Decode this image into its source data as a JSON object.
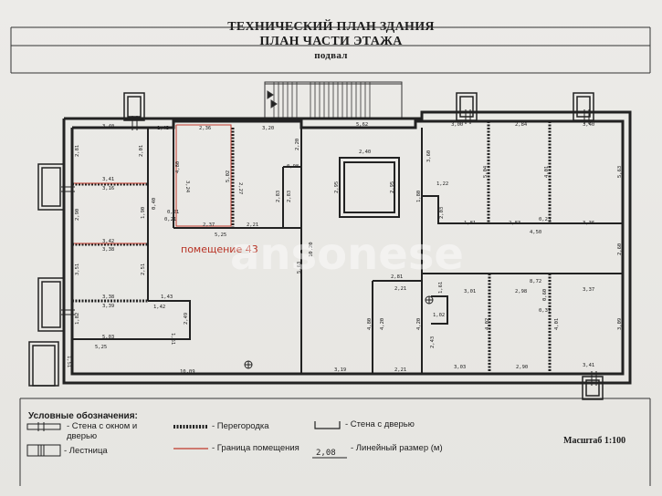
{
  "header": {
    "title": "ТЕХНИЧЕСКИЙ ПЛАН ЗДАНИЯ",
    "subtitle": "ПЛАН ЧАСТИ ЭТАЖА",
    "floor": "подвал"
  },
  "room_label": "помещение 43",
  "watermark": "ansonese",
  "dimensions": {
    "d1": "3,40",
    "d2": "1,43",
    "d3": "2,36",
    "d4": "3,20",
    "d5": "5,62",
    "d6": "3,00",
    "d7": "2,84",
    "d8": "3,40",
    "d9": "2,81",
    "d10": "2,01",
    "d11": "3,41",
    "d12": "3,16",
    "d13": "2,90",
    "d14": "1,90",
    "d15": "3,42",
    "d16": "3,38",
    "d17": "3,51",
    "d18": "2,51",
    "d19": "3,38",
    "d20": "3,39",
    "d21": "1,43",
    "d22": "1,42",
    "d23": "1,82",
    "d24": "5,03",
    "d25": "5,25",
    "d26": "2,49",
    "d27": "1,51",
    "d28": "10,09",
    "d29": "1,51",
    "d30": "4,80",
    "d31": "5,02",
    "d32": "0,40",
    "d33": "0,21",
    "d34": "2,37",
    "d35": "2,21",
    "d36": "5,25",
    "d37": "2,20",
    "d38": "0,98",
    "d39": "2,83",
    "d40": "2,83",
    "d41": "2,40",
    "d42": "2,95",
    "d43": "2,95",
    "d44": "10,20",
    "d45": "5,63",
    "d46": "2,81",
    "d47": "2,21",
    "d48": "4,80",
    "d49": "4,20",
    "d50": "4,20",
    "d51": "3,19",
    "d52": "2,21",
    "d53": "3,60",
    "d54": "1,22",
    "d55": "1,80",
    "d56": "2,03",
    "d57": "1,81",
    "d58": "5,04",
    "d59": "2,83",
    "d60": "0,23",
    "d61": "4,01",
    "d62": "3,36",
    "d63": "4,50",
    "d64": "5,63",
    "d65": "2,60",
    "d66": "8,72",
    "d67": "3,01",
    "d68": "2,98",
    "d69": "3,37",
    "d70": "1,61",
    "d71": "1,02",
    "d72": "0,60",
    "d73": "0,37",
    "d74": "4,02",
    "d75": "4,01",
    "d76": "3,09",
    "d77": "2,43",
    "d78": "3,03",
    "d79": "2,90",
    "d80": "3,41",
    "d81": "2,27",
    "d82": "3,24",
    "d83": "0,21"
  },
  "legend": {
    "title": "Условные обозначения:",
    "wall_window_door": "- Стена с окном и дверью",
    "partition": "- Перегородка",
    "wall_with_door": "- Стена с дверью",
    "stairs": "- Лестница",
    "room_boundary": "- Граница помещения",
    "dimension_value": "2,08",
    "linear_dimension": "- Линейный размер (м)"
  },
  "scale": "Масштаб 1:100",
  "colors": {
    "room_boundary": "#c0392b",
    "wall": "#222222",
    "paper": "#ecebe8"
  }
}
